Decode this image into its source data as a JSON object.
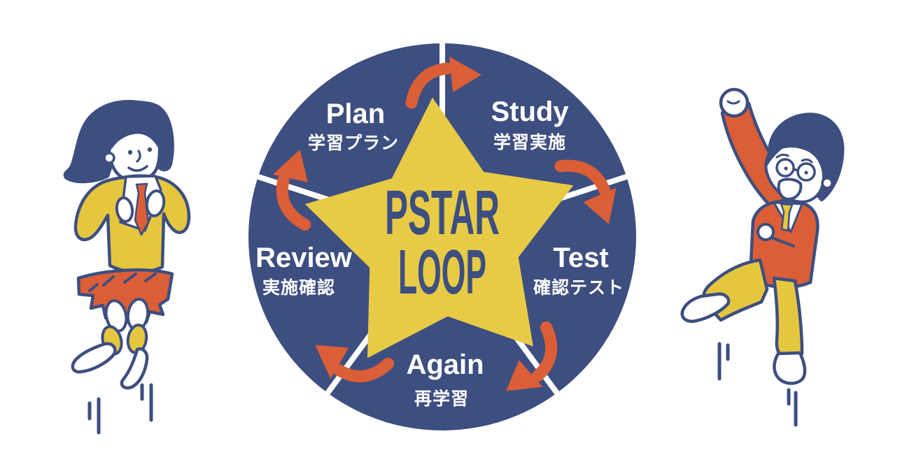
{
  "diagram": {
    "center": {
      "line1": "PSTAR",
      "line2": "LOOP"
    },
    "steps": [
      {
        "id": "plan",
        "en": "Plan",
        "jp": "学習プラン"
      },
      {
        "id": "study",
        "en": "Study",
        "jp": "学習実施"
      },
      {
        "id": "test",
        "en": "Test",
        "jp": "確認テスト"
      },
      {
        "id": "again",
        "en": "Again",
        "jp": "再学習"
      },
      {
        "id": "review",
        "en": "Review",
        "jp": "実施確認"
      }
    ]
  },
  "colors": {
    "navy": "#3D4E80",
    "orange": "#DB5E37",
    "star_yellow": "#E7CB46",
    "character_yellow": "#E4C73F",
    "white": "#FFFFFF",
    "background": "#FFFFFF"
  },
  "icons": {
    "arrows": [
      "arrow-plan-to-study",
      "arrow-study-to-test",
      "arrow-test-to-again",
      "arrow-again-to-review",
      "arrow-review-to-plan"
    ],
    "illustrations": [
      "girl-student-jumping",
      "boy-student-jumping"
    ]
  }
}
